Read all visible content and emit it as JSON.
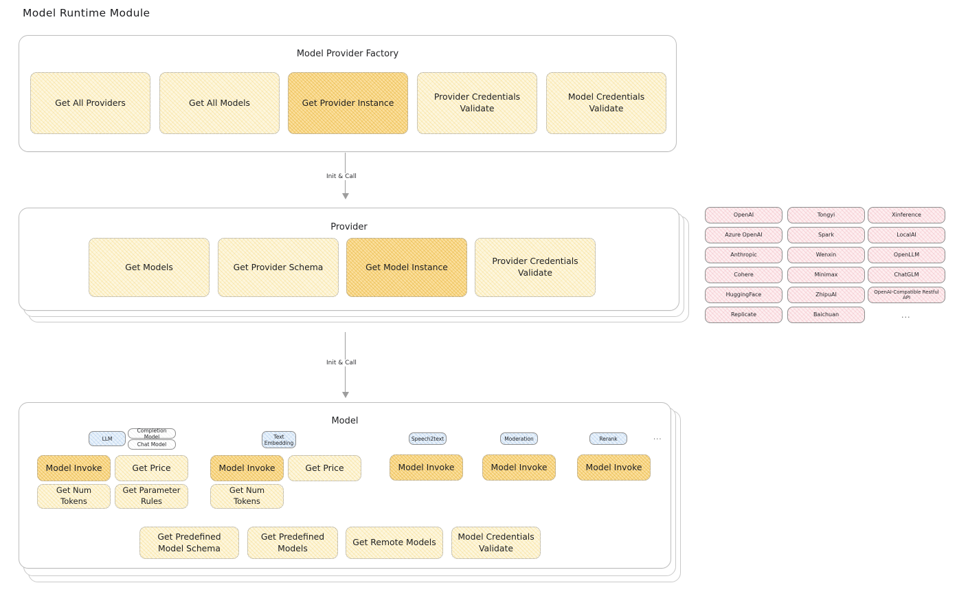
{
  "page": {
    "title": "Model Runtime Module"
  },
  "arrows": [
    {
      "label": "Init & Call"
    },
    {
      "label": "Init & Call"
    }
  ],
  "factory": {
    "title": "Model Provider Factory",
    "nodes": [
      {
        "label": "Get All Providers",
        "highlight": false
      },
      {
        "label": "Get All Models",
        "highlight": false
      },
      {
        "label": "Get Provider Instance",
        "highlight": true
      },
      {
        "label": "Provider Credentials Validate",
        "highlight": false
      },
      {
        "label": "Model Credentials Validate",
        "highlight": false
      }
    ]
  },
  "provider": {
    "title": "Provider",
    "nodes": [
      {
        "label": "Get Models",
        "highlight": false
      },
      {
        "label": "Get Provider Schema",
        "highlight": false
      },
      {
        "label": "Get Model Instance",
        "highlight": true
      },
      {
        "label": "Provider Credentials Validate",
        "highlight": false
      }
    ]
  },
  "provider_list": {
    "columns": [
      [
        "OpenAI",
        "Azure OpenAI",
        "Anthropic",
        "Cohere",
        "HuggingFace",
        "Replicate"
      ],
      [
        "Tongyi",
        "Spark",
        "Wenxin",
        "Minimax",
        "ZhipuAI",
        "Baichuan"
      ],
      [
        "Xinference",
        "LocalAI",
        "OpenLLM",
        "ChatGLM",
        "OpenAI-Compatible Restful API"
      ]
    ],
    "more": "..."
  },
  "model": {
    "title": "Model",
    "more": "...",
    "types": [
      {
        "name": "LLM",
        "style": "blue"
      },
      {
        "name": "Completion Model",
        "style": "plain"
      },
      {
        "name": "Chat Model",
        "style": "plain"
      },
      {
        "name": "Text Embedding",
        "style": "blue"
      },
      {
        "name": "Speech2text",
        "style": "blue"
      },
      {
        "name": "Moderation",
        "style": "blue"
      },
      {
        "name": "Rerank",
        "style": "blue"
      }
    ],
    "methods": [
      {
        "label": "Model Invoke",
        "highlight": true
      },
      {
        "label": "Get Price",
        "highlight": false
      },
      {
        "label": "Get Num Tokens",
        "highlight": false
      },
      {
        "label": "Get Parameter Rules",
        "highlight": false
      },
      {
        "label": "Model Invoke",
        "highlight": true
      },
      {
        "label": "Get Price",
        "highlight": false
      },
      {
        "label": "Get Num Tokens",
        "highlight": false
      },
      {
        "label": "Model Invoke",
        "highlight": true
      },
      {
        "label": "Model Invoke",
        "highlight": true
      },
      {
        "label": "Model Invoke",
        "highlight": true
      }
    ],
    "common": [
      {
        "label": "Get Predefined Model Schema"
      },
      {
        "label": "Get Predefined Models"
      },
      {
        "label": "Get Remote Models"
      },
      {
        "label": "Model Credentials Validate"
      }
    ]
  }
}
